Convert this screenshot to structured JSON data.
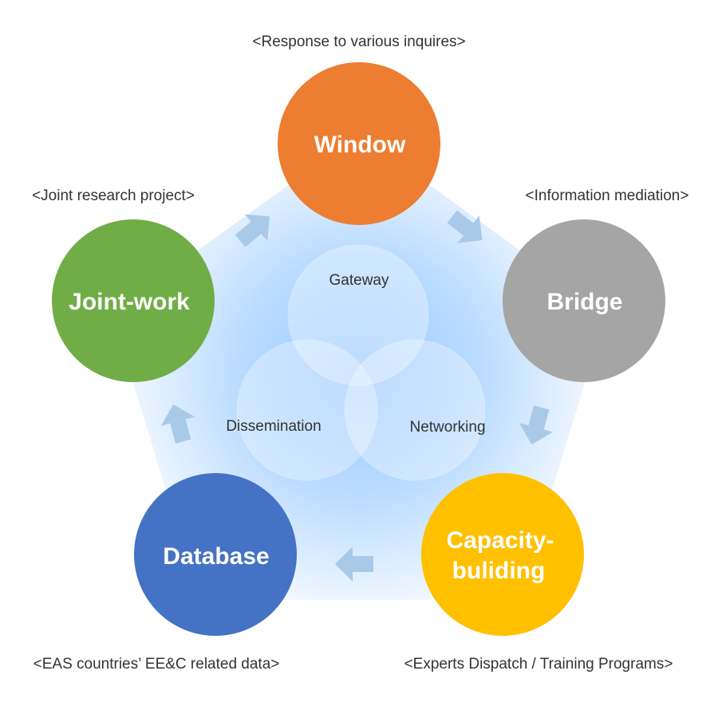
{
  "diagram": {
    "center": {
      "circles": [
        {
          "id": "gateway",
          "label": "Gateway"
        },
        {
          "id": "dissemination",
          "label": "Dissemination"
        },
        {
          "id": "networking",
          "label": "Networking"
        }
      ]
    },
    "nodes": [
      {
        "id": "window",
        "label_lines": [
          "Window"
        ],
        "caption": "<Response to various inquires>",
        "color": "#ED7D31"
      },
      {
        "id": "bridge",
        "label_lines": [
          "Bridge"
        ],
        "caption": "<Information mediation>",
        "color": "#A5A5A5"
      },
      {
        "id": "capacity-building",
        "label_lines": [
          "Capacity-",
          "buliding"
        ],
        "caption": "<Experts Dispatch / Training Programs>",
        "color": "#FFC000"
      },
      {
        "id": "database",
        "label_lines": [
          "Database"
        ],
        "caption": "<EAS countries’ EE&C related data>",
        "color": "#4472C4"
      },
      {
        "id": "joint-work",
        "label_lines": [
          "Joint-work"
        ],
        "caption": "<Joint research project>",
        "color": "#70AD47"
      }
    ],
    "flow": [
      "window",
      "bridge",
      "capacity-building",
      "database",
      "joint-work",
      "window"
    ],
    "colors": {
      "arrow": "#A9C9E8",
      "glow": "#A6D2FF",
      "venn_fill": "#E3F1FF",
      "text": "#333333"
    }
  }
}
